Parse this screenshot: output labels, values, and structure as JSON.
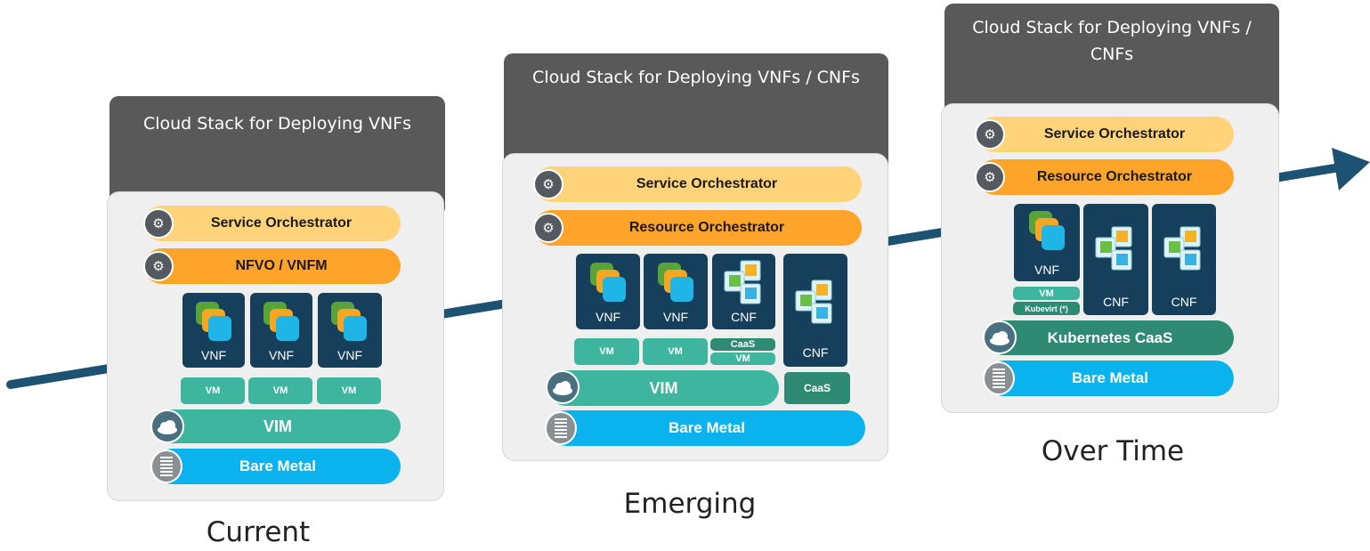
{
  "colors": {
    "header": "#595959",
    "panel": "#efefef",
    "service_orchestrator": "#ffd37a",
    "orchestrator": "#ffa42a",
    "vim": "#3db59f",
    "caas": "#2e8a72",
    "bare_metal": "#0bb3ee",
    "tile": "#163f5c",
    "arrow": "#1d5272"
  },
  "stages": [
    {
      "header": "Cloud Stack for Deploying VNFs",
      "label": "Current",
      "service_orchestrator": "Service Orchestrator",
      "orchestrator": "NFVO / VNFM",
      "tiles": [
        "VNF",
        "VNF",
        "VNF"
      ],
      "vms": [
        "VM",
        "VM",
        "VM"
      ],
      "vim": "VIM",
      "bare_metal": "Bare Metal"
    },
    {
      "header": "Cloud Stack for Deploying VNFs / CNFs",
      "label": "Emerging",
      "service_orchestrator": "Service Orchestrator",
      "orchestrator": "Resource Orchestrator",
      "tiles": [
        "VNF",
        "VNF",
        "CNF",
        "CNF"
      ],
      "vms": [
        "VM",
        "VM"
      ],
      "caas_vm_top": "CaaS",
      "caas_vm_bottom": "VM",
      "caas": "CaaS",
      "vim": "VIM",
      "bare_metal": "Bare Metal"
    },
    {
      "header": "Cloud Stack for Deploying VNFs / CNFs",
      "label": "Over Time",
      "service_orchestrator": "Service Orchestrator",
      "orchestrator": "Resource Orchestrator",
      "tiles": [
        "VNF",
        "CNF",
        "CNF"
      ],
      "vm_top": "VM",
      "vm_bottom": "Kubevirt (*)",
      "caas": "Kubernetes CaaS",
      "bare_metal": "Bare Metal"
    }
  ],
  "icons": [
    "gear-icon",
    "cloud-icon",
    "server-icon",
    "vnf-icon",
    "cnf-icon",
    "arrow-icon"
  ]
}
